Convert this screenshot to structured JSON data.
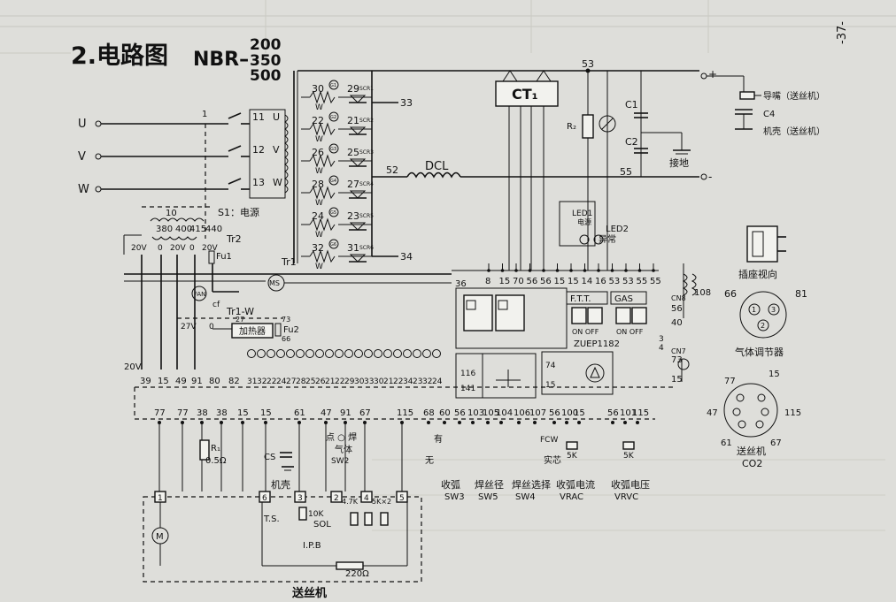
{
  "page_number": "-37-",
  "title": {
    "prefix": "2.电路图",
    "model": "NBR–",
    "variants": [
      "200",
      "350",
      "500"
    ]
  },
  "inputs": [
    "U",
    "V",
    "W"
  ],
  "switch": {
    "label": "S1：电源",
    "node": "1"
  },
  "transformer": {
    "name": "Tr1",
    "taps": [
      "10",
      "380",
      "400",
      "415",
      "440"
    ],
    "windings": [
      "11",
      "12",
      "13"
    ],
    "phases": [
      "U",
      "V",
      "W"
    ],
    "tr2": "Tr2",
    "tr1w": "Tr1-W"
  },
  "scr_bank": {
    "rows": [
      {
        "left": "30",
        "right": "29",
        "g": "G1",
        "scr": "SCR1"
      },
      {
        "left": "22",
        "right": "21",
        "g": "G2",
        "scr": "SCR2"
      },
      {
        "left": "26",
        "right": "25",
        "g": "G3",
        "scr": "SCR3"
      },
      {
        "left": "28",
        "right": "27",
        "g": "G4",
        "scr": "SCR4"
      },
      {
        "left": "24",
        "right": "23",
        "g": "G5",
        "scr": "SCR5"
      },
      {
        "left": "32",
        "right": "31",
        "g": "G6",
        "scr": "SCR6"
      }
    ],
    "w_label": "W",
    "out_top": "33",
    "out_bottom": "34"
  },
  "dcl": {
    "node": "52",
    "label": "DCL"
  },
  "ct": "CT₁",
  "output": {
    "n53": "53",
    "n55": "55",
    "r2": "R₂",
    "c1": "C1",
    "c2": "C2",
    "c4": "C4",
    "ground": "接地",
    "plus": "+",
    "minus": "-",
    "torch": "导嘴（送丝机）",
    "case": "机壳（送丝机）"
  },
  "leds": {
    "led1": "LED1",
    "led1_text": "电源",
    "led2": "LED2",
    "led2_text": "异常"
  },
  "mid_bus": [
    "8",
    "15",
    "70",
    "56",
    "56",
    "15",
    "15",
    "14",
    "16",
    "53",
    "53",
    "55",
    "55"
  ],
  "ms": "MS",
  "node36": "36",
  "fan": {
    "label": "FAN",
    "cf": "cf"
  },
  "fuses": {
    "fu1": "Fu1",
    "fu2": "Fu2"
  },
  "heater": {
    "label": "加热器",
    "n27": "27",
    "n73": "73",
    "n66": "66"
  },
  "voltages": {
    "v20": "20V",
    "v0": "0",
    "v27": "27V"
  },
  "left_bus": [
    "20V",
    "39",
    "15",
    "49",
    "91",
    "80",
    "82"
  ],
  "terminal_row": [
    "31",
    "32",
    "22",
    "24",
    "27",
    "28",
    "25",
    "26",
    "21",
    "22",
    "29",
    "30",
    "33",
    "30",
    "21",
    "22",
    "34",
    "23",
    "32",
    "24"
  ],
  "board": {
    "model": "ZUEP1182",
    "ftt": "F.T.T.",
    "gas": "GAS",
    "on_off": "ON OFF",
    "n116": "116",
    "n141": "141",
    "n74": "74",
    "n15": "15",
    "n3": "3",
    "n4": "4"
  },
  "cn": {
    "cn8": "CN8",
    "n56": "56",
    "n40": "40",
    "n108": "108",
    "cn7": "CN7",
    "n73": "73",
    "n15": "15"
  },
  "bottom_bus": [
    "77",
    "77",
    "38",
    "38",
    "15",
    "15",
    "61",
    "47",
    "91",
    "67",
    "115",
    "68",
    "60",
    "56",
    "103",
    "105",
    "104",
    "106",
    "107",
    "56",
    "100",
    "15",
    "56",
    "101",
    "115"
  ],
  "r1": {
    "name": "R₁",
    "value": "0.5Ω"
  },
  "labels_bottom": {
    "cs": "CS",
    "case": "机壳",
    "arc_weld": "点 ○ 焊",
    "gas_sw": "气体",
    "sw2": "SW2",
    "yes": "有",
    "no": "无",
    "solid": "实芯",
    "fcw": "FCW",
    "k5a": "5K",
    "k5b": "5K"
  },
  "switches": [
    {
      "label": "收弧",
      "id": "SW3"
    },
    {
      "label": "焊丝径",
      "id": "SW5"
    },
    {
      "label": "焊丝选择",
      "id": "SW4"
    },
    {
      "label": "收弧电流",
      "id": "VRAC"
    },
    {
      "label": "收弧电压",
      "id": "VRVC"
    }
  ],
  "feeder": {
    "title": "送丝机",
    "pins": [
      "1",
      "6",
      "3",
      "2",
      "4",
      "5"
    ],
    "ts": "T.S.",
    "sol": "SOL",
    "ipb": "I.P.B",
    "r10k": "10K",
    "r47k": "4.7K",
    "r5k2": "5K×2",
    "r220": "220Ω",
    "motor": "M"
  },
  "socket": {
    "title": "插座视向"
  },
  "gas_reg": {
    "title": "气体调节器",
    "pins": [
      "66",
      "81",
      "1",
      "2",
      "3"
    ]
  },
  "feeder_plug": {
    "title": "送丝机",
    "sub": "CO2",
    "pins": [
      "77",
      "15",
      "47",
      "115",
      "61",
      "67"
    ]
  }
}
